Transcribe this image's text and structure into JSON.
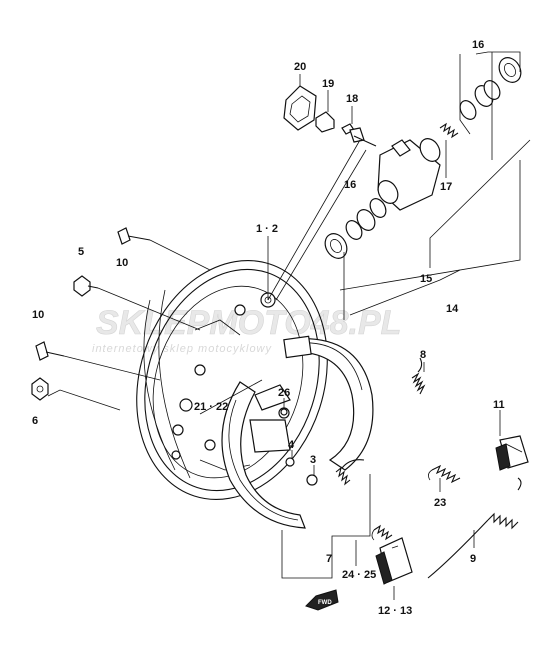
{
  "labels": {
    "l16a": "16",
    "l20": "20",
    "l19": "19",
    "l18": "18",
    "l17": "17",
    "l16b": "16",
    "l1_2": "1 · 2",
    "l10a": "10",
    "l5": "5",
    "l10b": "10",
    "l6": "6",
    "l15": "15",
    "l14": "14",
    "l8": "8",
    "l21_22": "21 · 22",
    "l26": "26",
    "l4": "4",
    "l3": "3",
    "l11": "11",
    "l23": "23",
    "l7": "7",
    "l9": "9",
    "l24_25": "24 · 25",
    "l12_13": "12 · 13",
    "fwd": "FWD"
  },
  "watermark": {
    "brand": "SKLEPMOTO48.PL",
    "tagline": "internetowy sklep motocyklowy"
  },
  "colors": {
    "line": "#111111",
    "background": "#ffffff",
    "watermark_red": "#e05a5a"
  }
}
